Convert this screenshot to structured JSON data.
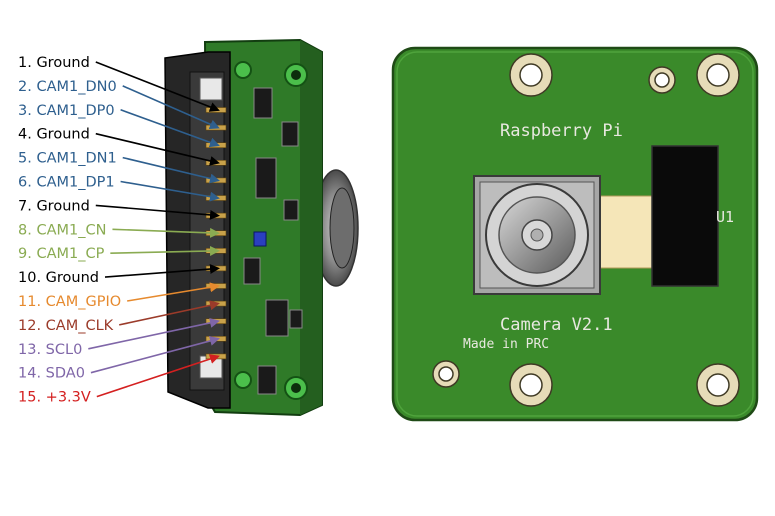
{
  "pins": [
    {
      "label": "1. Ground",
      "color": "#000000"
    },
    {
      "label": "2. CAM1_DN0",
      "color": "#2e5f8e"
    },
    {
      "label": "3. CAM1_DP0",
      "color": "#2e5f8e"
    },
    {
      "label": "4. Ground",
      "color": "#000000"
    },
    {
      "label": "5. CAM1_DN1",
      "color": "#2e5f8e"
    },
    {
      "label": "6. CAM1_DP1",
      "color": "#2e5f8e"
    },
    {
      "label": "7. Ground",
      "color": "#000000"
    },
    {
      "label": "8. CAM1_CN",
      "color": "#8aab52"
    },
    {
      "label": "9. CAM1_CP",
      "color": "#8aab52"
    },
    {
      "label": "10. Ground",
      "color": "#000000"
    },
    {
      "label": "11. CAM_GPIO",
      "color": "#e68a2e"
    },
    {
      "label": "12. CAM_CLK",
      "color": "#9b3b2a"
    },
    {
      "label": "13. SCL0",
      "color": "#7f66a8"
    },
    {
      "label": "14. SDA0",
      "color": "#7f66a8"
    },
    {
      "label": "15. +3.3V",
      "color": "#d42020"
    }
  ],
  "board": {
    "brand_text": "Raspberry Pi",
    "model_text": "Camera V2.1",
    "origin_text": "Made in PRC",
    "designator_text": "U1",
    "pcb_color": "#3a8a2a",
    "pad_color": "#e6dcb8"
  }
}
